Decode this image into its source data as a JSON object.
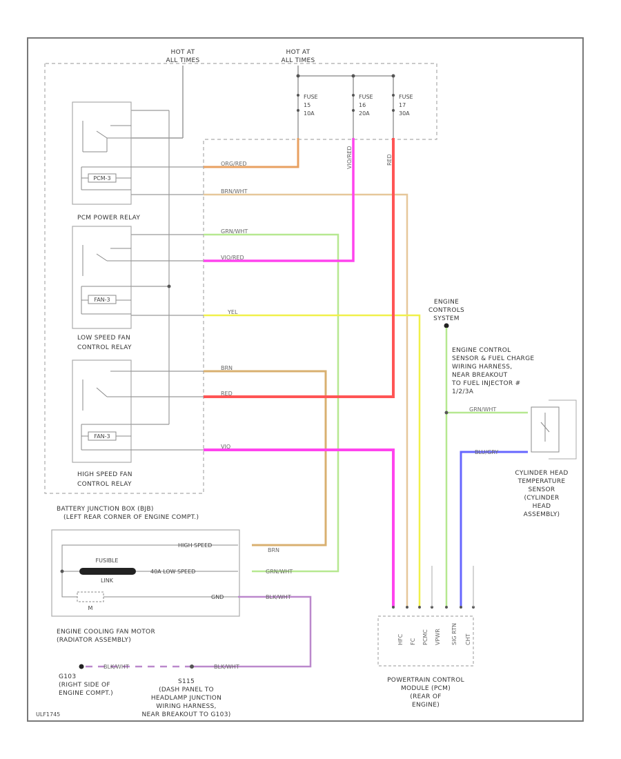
{
  "hot_at_all_times_left": [
    "HOT AT",
    "ALL TIMES"
  ],
  "hot_at_all_times_right": [
    "HOT AT",
    "ALL TIMES"
  ],
  "fuses": [
    {
      "lines": [
        "FUSE",
        "15",
        "10A"
      ]
    },
    {
      "lines": [
        "FUSE",
        "16",
        "20A"
      ]
    },
    {
      "lines": [
        "FUSE",
        "17",
        "30A"
      ]
    }
  ],
  "relays": {
    "pcm_power": {
      "label": "PCM POWER RELAY",
      "coil": "PCM-3"
    },
    "low_speed": {
      "label": [
        "LOW SPEED FAN",
        "CONTROL RELAY"
      ],
      "coil": "FAN-3"
    },
    "high_speed": {
      "label": [
        "HIGH SPEED FAN",
        "CONTROL RELAY"
      ],
      "coil": "FAN-3"
    }
  },
  "bjb": [
    "BATTERY JUNCTION BOX (BJB)",
    "(LEFT REAR CORNER OF ENGINE COMPT.)"
  ],
  "wires": {
    "org_red": "ORG/RED",
    "brn_wht": "BRN/WHT",
    "grn_wht": "GRN/WHT",
    "vio_red": "VIO/RED",
    "yel": "YEL",
    "brn": "BRN",
    "red": "RED",
    "vio": "VIO",
    "grn_wht2": "GRN/WHT",
    "blu_grey": "BLU/GRY",
    "blk_wht": "BLK/WHT",
    "blk_whtb": "BLK/WHT",
    "vert_vio_red": "VIO/RED",
    "vert_red": "RED"
  },
  "motor": {
    "label": [
      "ENGINE COOLING FAN MOTOR",
      "(RADIATOR ASSEMBLY)"
    ],
    "fusible": "FUSIBLE",
    "link": "LINK",
    "high_speed": "HIGH SPEED",
    "low_speed": "40A LOW SPEED",
    "gnd": "GND",
    "m": "M"
  },
  "ground_g103": {
    "id": "G103",
    "desc": [
      "(RIGHT SIDE OF",
      "ENGINE COMPT.)"
    ]
  },
  "ground_s115": {
    "id": "S115",
    "desc": [
      "(DASH PANEL TO",
      "HEADLAMP JUNCTION",
      "WIRING HARNESS,",
      "NEAR BREAKOUT TO G103)"
    ]
  },
  "engine_controls": [
    "ENGINE",
    "CONTROLS",
    "SYSTEM"
  ],
  "engine_control_sensor": [
    "ENGINE CONTROL",
    "SENSOR & FUEL CHARGE",
    "WIRING HARNESS,",
    "NEAR BREAKOUT",
    "TO FUEL INJECTOR #",
    "1/2/3A"
  ],
  "chts": [
    "CYLINDER HEAD",
    "TEMPERATURE",
    "SENSOR",
    "(CYLINDER",
    "HEAD",
    "ASSEMBLY)"
  ],
  "pcm": [
    "POWERTRAIN CONTROL",
    "MODULE (PCM)",
    "(REAR OF",
    "ENGINE)"
  ],
  "pcm_pins": [
    "HFC",
    "FC",
    "PCMC",
    "VPWR",
    "",
    "SIG RTN",
    "CHT"
  ],
  "footer_code": "ULF1745",
  "colors": {
    "org": "#e8a060",
    "brn": "#d9b070",
    "grn": "#a0e070",
    "vio": "#ff44ee",
    "yel": "#f0f04a",
    "red": "#ff5555",
    "blu": "#6666ff",
    "gry": "#888888"
  }
}
